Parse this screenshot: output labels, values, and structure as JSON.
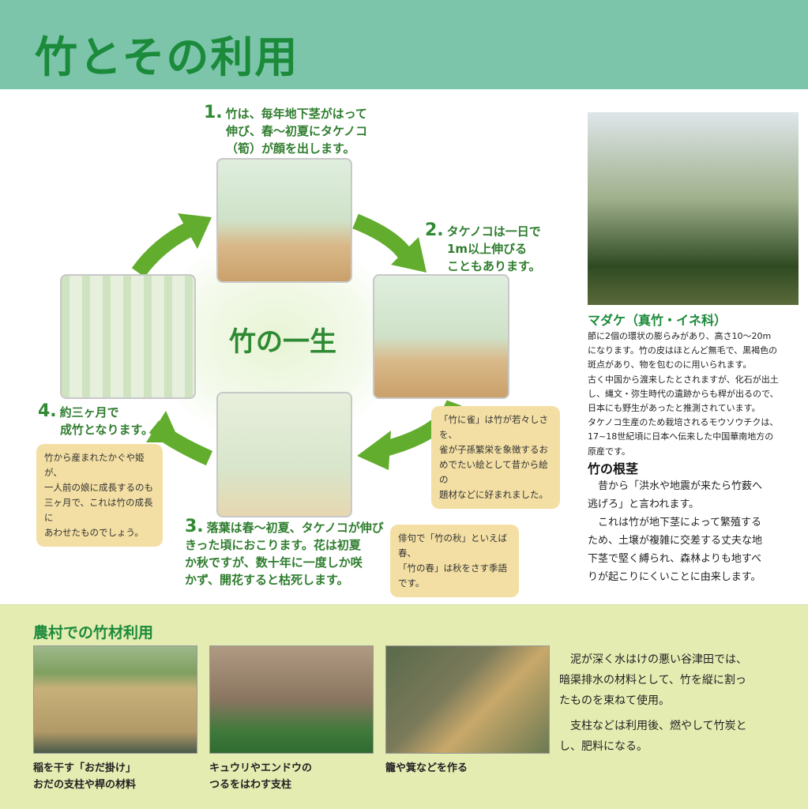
{
  "header": {
    "title": "竹とその利用"
  },
  "lifecycle": {
    "center": "竹の一生",
    "steps": [
      {
        "num": "1.",
        "text": [
          "竹は、毎年地下茎がはって",
          "伸び、春～初夏にタケノコ",
          "（筍）が顔を出します。"
        ]
      },
      {
        "num": "2.",
        "text": [
          "タケノコは一日で",
          "1m以上伸びる",
          "こともあります。"
        ]
      },
      {
        "num": "3.",
        "text": [
          "落葉は春～初夏、タケノコが伸び",
          "きった頃におこります。花は初夏",
          "か秋ですが、数十年に一度しか咲",
          "かず、開花すると枯死します。"
        ]
      },
      {
        "num": "4.",
        "text": [
          "約三ヶ月で",
          "成竹となります。"
        ]
      }
    ],
    "notes": [
      [
        "竹から産まれたかぐや姫が、",
        "一人前の娘に成長するのも",
        "三ヶ月で、これは竹の成長に",
        "あわせたものでしょう。"
      ],
      [
        "「竹に雀」は竹が若々しさを、",
        "雀が子孫繁栄を象徴するお",
        "めでたい絵として昔から絵の",
        "題材などに好まれました。"
      ],
      [
        "俳句で「竹の秋」といえば春、",
        "「竹の春」は秋をさす季語です。"
      ]
    ]
  },
  "madake": {
    "title": "マダケ（真竹・イネ科）",
    "lines": [
      "節に2個の環状の膨らみがあり、高さ10～20m",
      "になります。竹の皮はほとんど無毛で、黒褐色の",
      "斑点があり、物を包むのに用いられます。",
      "古く中国から渡来したとされますが、化石が出土",
      "し、縄文・弥生時代の遺跡からも稈が出るので、",
      "日本にも野生があったと推測されています。",
      "タケノコ生産のため栽培されるモウソウチクは、",
      "17~18世紀頃に日本へ伝来した中国華南地方の",
      "原産です。"
    ]
  },
  "rhizome": {
    "title": "竹の根茎",
    "lines": [
      "　昔から「洪水や地震が来たら竹薮へ",
      "逃げろ」と言われます。",
      "　これは竹が地下茎によって繁殖する",
      "ため、土壌が複雑に交差する丈夫な地",
      "下茎で堅く縛られ、森林よりも地すべ",
      "りが起こりにくいことに由来します。"
    ]
  },
  "rural": {
    "title": "農村での竹材利用",
    "photos": [
      {
        "caption": [
          "稲を干す「おだ掛け」",
          "おだの支柱や桿の材料"
        ]
      },
      {
        "caption": [
          "キュウリやエンドウの",
          "つるをはわす支柱"
        ]
      },
      {
        "caption": [
          "籠や箕などを作る"
        ]
      }
    ],
    "text": [
      "　泥が深く水はけの悪い谷津田では、",
      "暗渠排水の材料として、竹を縦に割っ",
      "たものを束ねて使用。",
      "　支柱などは利用後、燃やして竹炭と",
      "し、肥料になる。"
    ]
  }
}
